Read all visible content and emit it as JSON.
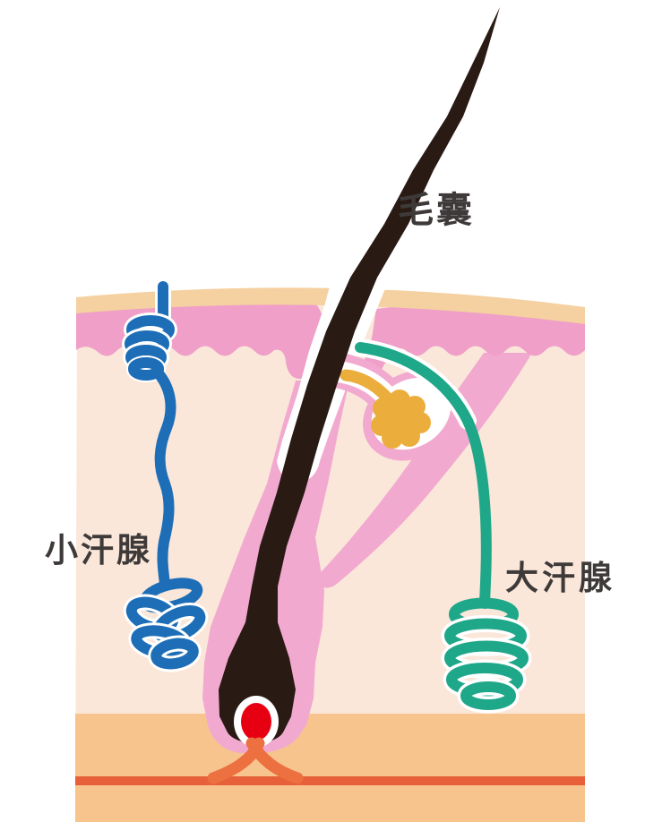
{
  "diagram": {
    "type": "skin-anatomy-illustration",
    "labels": {
      "hair_follicle": {
        "text": "毛囊"
      },
      "eccrine_gland": {
        "text": "小汗腺"
      },
      "apocrine_gland": {
        "text": "大汗腺"
      }
    },
    "colors": {
      "label": "#3e3a39",
      "dermis": "#fbe7da",
      "epidermis": "#ef9fc8",
      "surface": "#f5d0a0",
      "subcutis": "#f7c48e",
      "vessel": "#e8603a",
      "vessel_branch": "#ec7040",
      "papilla_red": "#e60012",
      "hair": "#291a14",
      "follicle_pink": "#f2a9cf",
      "eccrine_blue": "#1d6eb7",
      "apocrine_teal": "#1fa78a",
      "sebum_yellow": "#ebae3c",
      "outline_white": "#ffffff"
    }
  }
}
